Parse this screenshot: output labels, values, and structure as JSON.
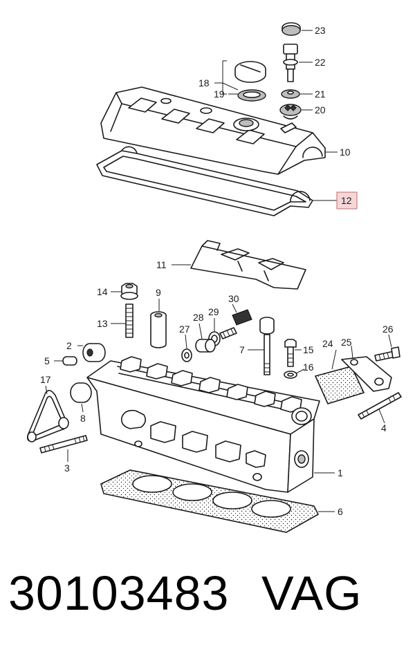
{
  "callouts": {
    "c1": "1",
    "c2": "2",
    "c3": "3",
    "c4": "4",
    "c5": "5",
    "c6": "6",
    "c7": "7",
    "c8": "8",
    "c9": "9",
    "c10": "10",
    "c11": "11",
    "c12": "12",
    "c13": "13",
    "c14": "14",
    "c15": "15",
    "c16": "16",
    "c17": "17",
    "c18": "18",
    "c19": "19",
    "c20": "20",
    "c21": "21",
    "c22": "22",
    "c23": "23",
    "c24": "24",
    "c25": "25",
    "c26": "26",
    "c27": "27",
    "c28": "28",
    "c29": "29",
    "c30": "30"
  },
  "highlighted_callout": "12",
  "colors": {
    "highlight_fill": "#f6d6d6",
    "highlight_border": "#d97a7a",
    "line": "#1a1a1a"
  },
  "footer": {
    "part_number": "30103483",
    "brand": "VAG"
  }
}
